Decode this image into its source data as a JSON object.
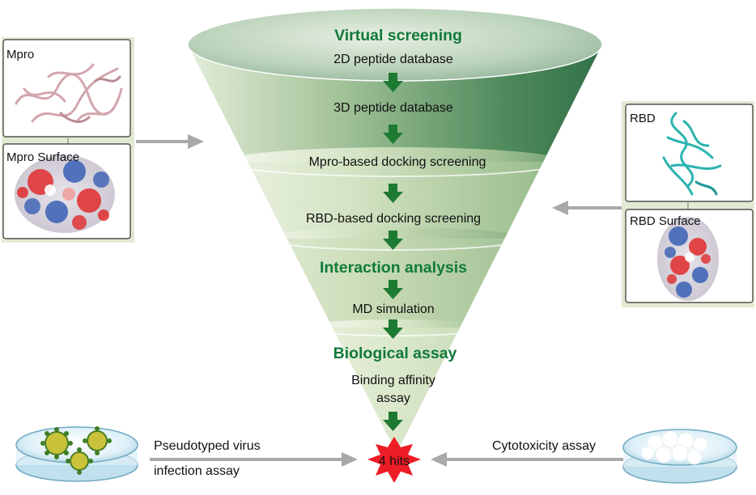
{
  "funnel": {
    "virtual_screening": {
      "heading": "Virtual screening",
      "step1": "2D peptide database",
      "step2": "3D peptide database",
      "step3": "Mpro-based docking screening",
      "step4": "RBD-based docking screening"
    },
    "interaction_analysis": {
      "heading": "Interaction analysis",
      "step1": "MD simulation"
    },
    "biological_assay": {
      "heading": "Biological assay",
      "step1_line1": "Binding affinity",
      "step1_line2": "assay"
    },
    "result": "4 hits"
  },
  "left_panel": {
    "structure_label": "Mpro",
    "surface_label": "Mpro Surface"
  },
  "right_panel": {
    "structure_label": "RBD",
    "surface_label": "RBD Surface"
  },
  "bottom_left": {
    "line1": "Pseudotyped virus",
    "line2": "infection assay"
  },
  "bottom_right": {
    "label": "Cytotoxicity assay"
  },
  "colors": {
    "heading_green": "#117a3a",
    "arrow_green": "#1e7a32",
    "gray_arrow": "#a9a9a9",
    "star_red": "#ee1c24",
    "panel_green": "#e2ead3"
  }
}
